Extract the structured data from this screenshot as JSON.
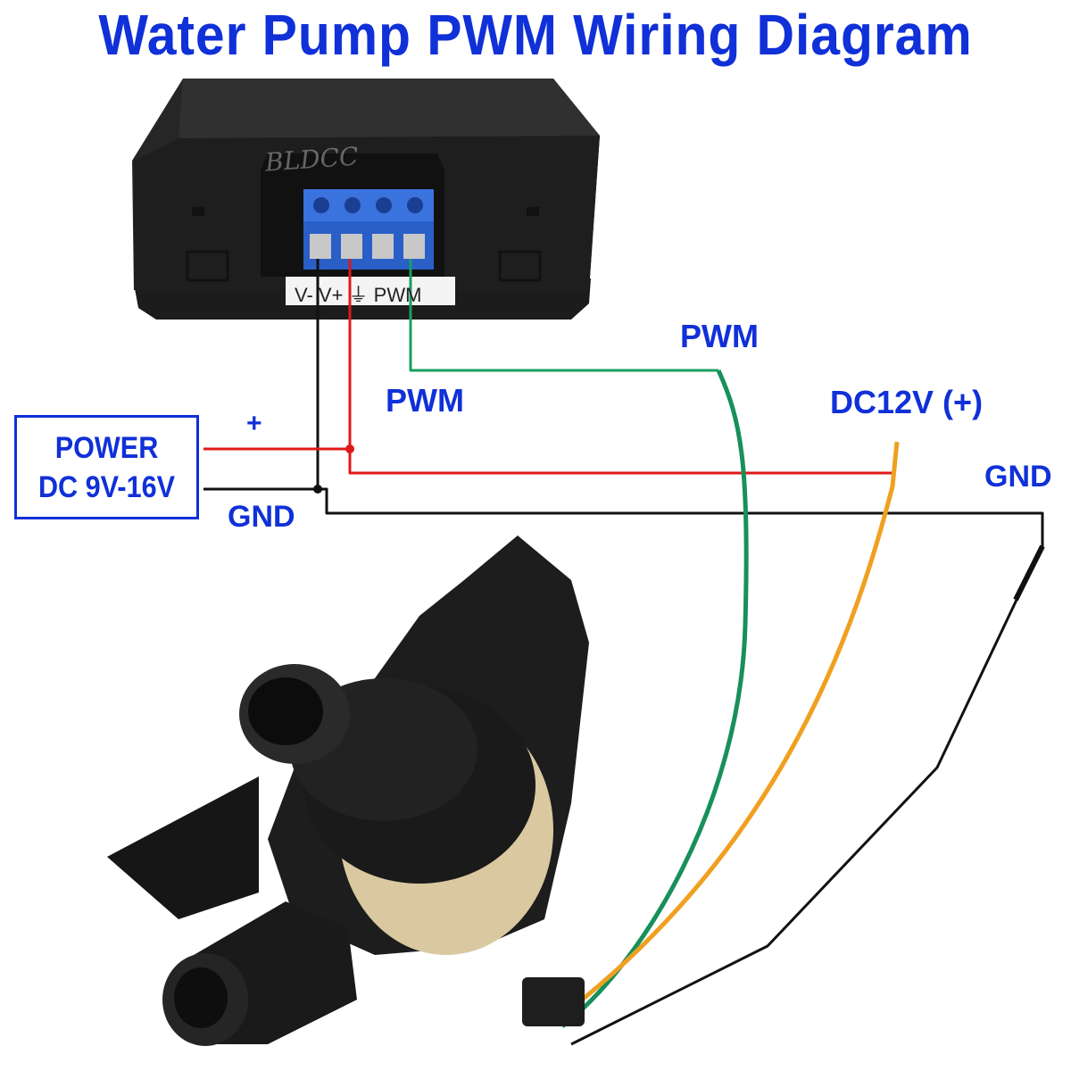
{
  "title": "Water Pump PWM Wiring Diagram",
  "watermark": "BLDCC",
  "controller": {
    "terminal_labels": "V- V+ ⏚ PWM"
  },
  "power_box": {
    "line1": "POWER",
    "line2": "DC 9V-16V"
  },
  "labels": {
    "plus": "+",
    "gnd_left": "GND",
    "pwm_mid": "PWM",
    "pwm_right": "PWM",
    "dc12v": "DC12V (+)",
    "gnd_right": "GND"
  },
  "colors": {
    "text_blue": "#1030d8",
    "wire_black": "#111111",
    "wire_red": "#e01818",
    "wire_green": "#18a060",
    "wire_orange": "#f0a020",
    "terminal_blue": "#2a5fc8"
  }
}
